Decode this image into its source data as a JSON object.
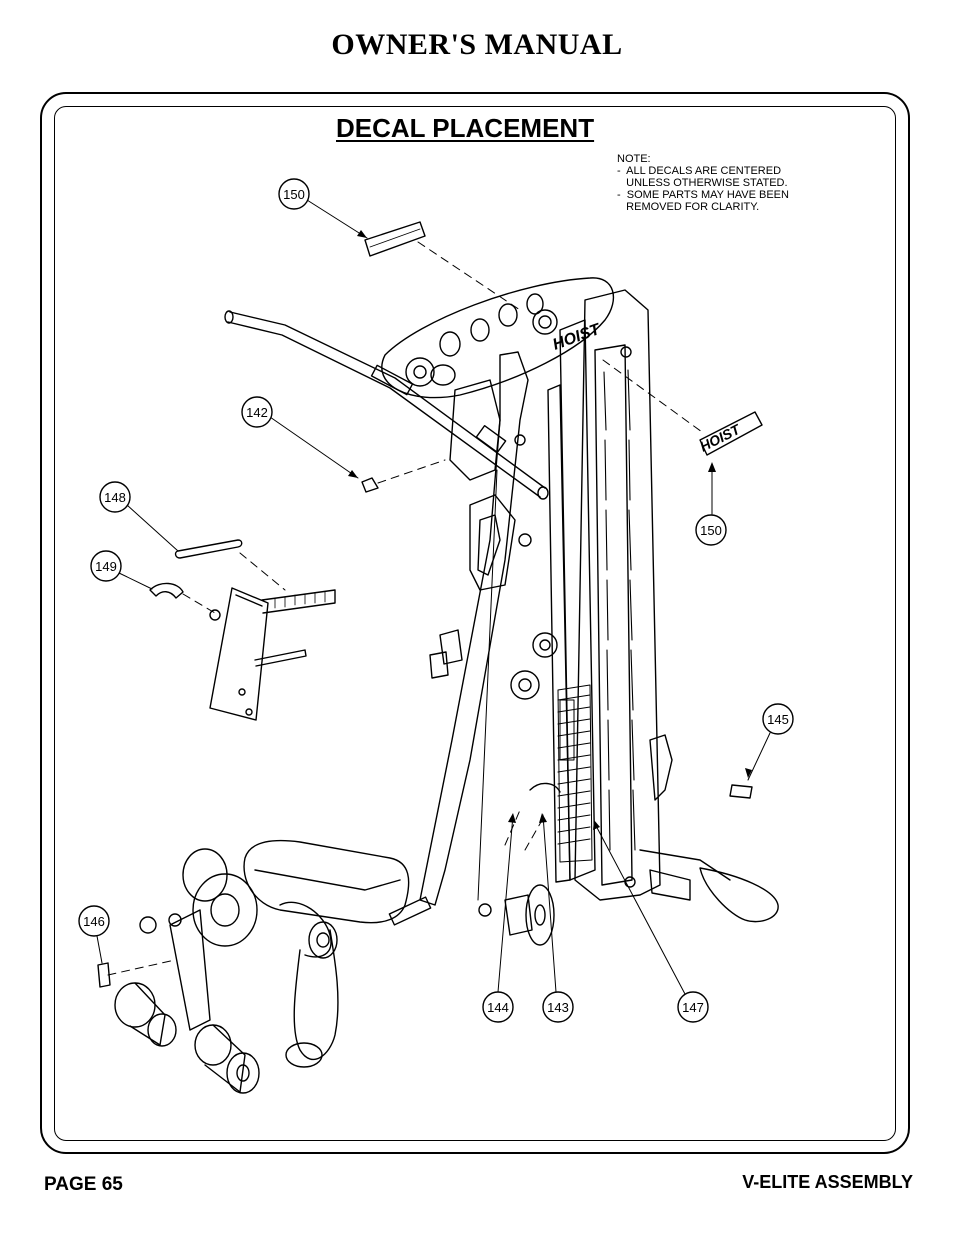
{
  "header": {
    "title": "OWNER'S MANUAL"
  },
  "section": {
    "title": "DECAL PLACEMENT"
  },
  "note": {
    "heading": "NOTE:",
    "lines": [
      "-  ALL DECALS ARE CENTERED",
      "   UNLESS OTHERWISE STATED.",
      "-  SOME PARTS MAY HAVE BEEN",
      "   REMOVED FOR CLARITY."
    ]
  },
  "callouts": {
    "c150a": "150",
    "c150b": "150",
    "c142": "142",
    "c148": "148",
    "c149": "149",
    "c145": "145",
    "c146": "146",
    "c144": "144",
    "c143": "143",
    "c147": "147"
  },
  "logo_text": "HOIST",
  "footer": {
    "page": "PAGE 65",
    "section": "V-ELITE ASSEMBLY"
  }
}
